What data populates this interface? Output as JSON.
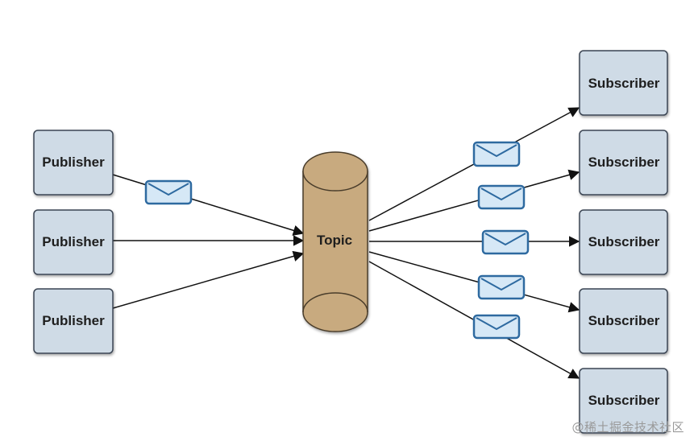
{
  "publishers": [
    {
      "label": "Publisher"
    },
    {
      "label": "Publisher"
    },
    {
      "label": "Publisher"
    }
  ],
  "topic": {
    "label": "Topic"
  },
  "subscribers": [
    {
      "label": "Subscriber"
    },
    {
      "label": "Subscriber"
    },
    {
      "label": "Subscriber"
    },
    {
      "label": "Subscriber"
    },
    {
      "label": "Subscriber"
    }
  ],
  "watermark": "@稀土掘金技术社区",
  "colors": {
    "node_fill": "#cfdbe6",
    "node_stroke": "#3a4452",
    "topic_fill": "#c8aa7f",
    "topic_stroke": "#4a3c2c",
    "envelope_fill": "#d6e8f6",
    "envelope_stroke": "#2e6aa0",
    "arrow": "#111111"
  }
}
